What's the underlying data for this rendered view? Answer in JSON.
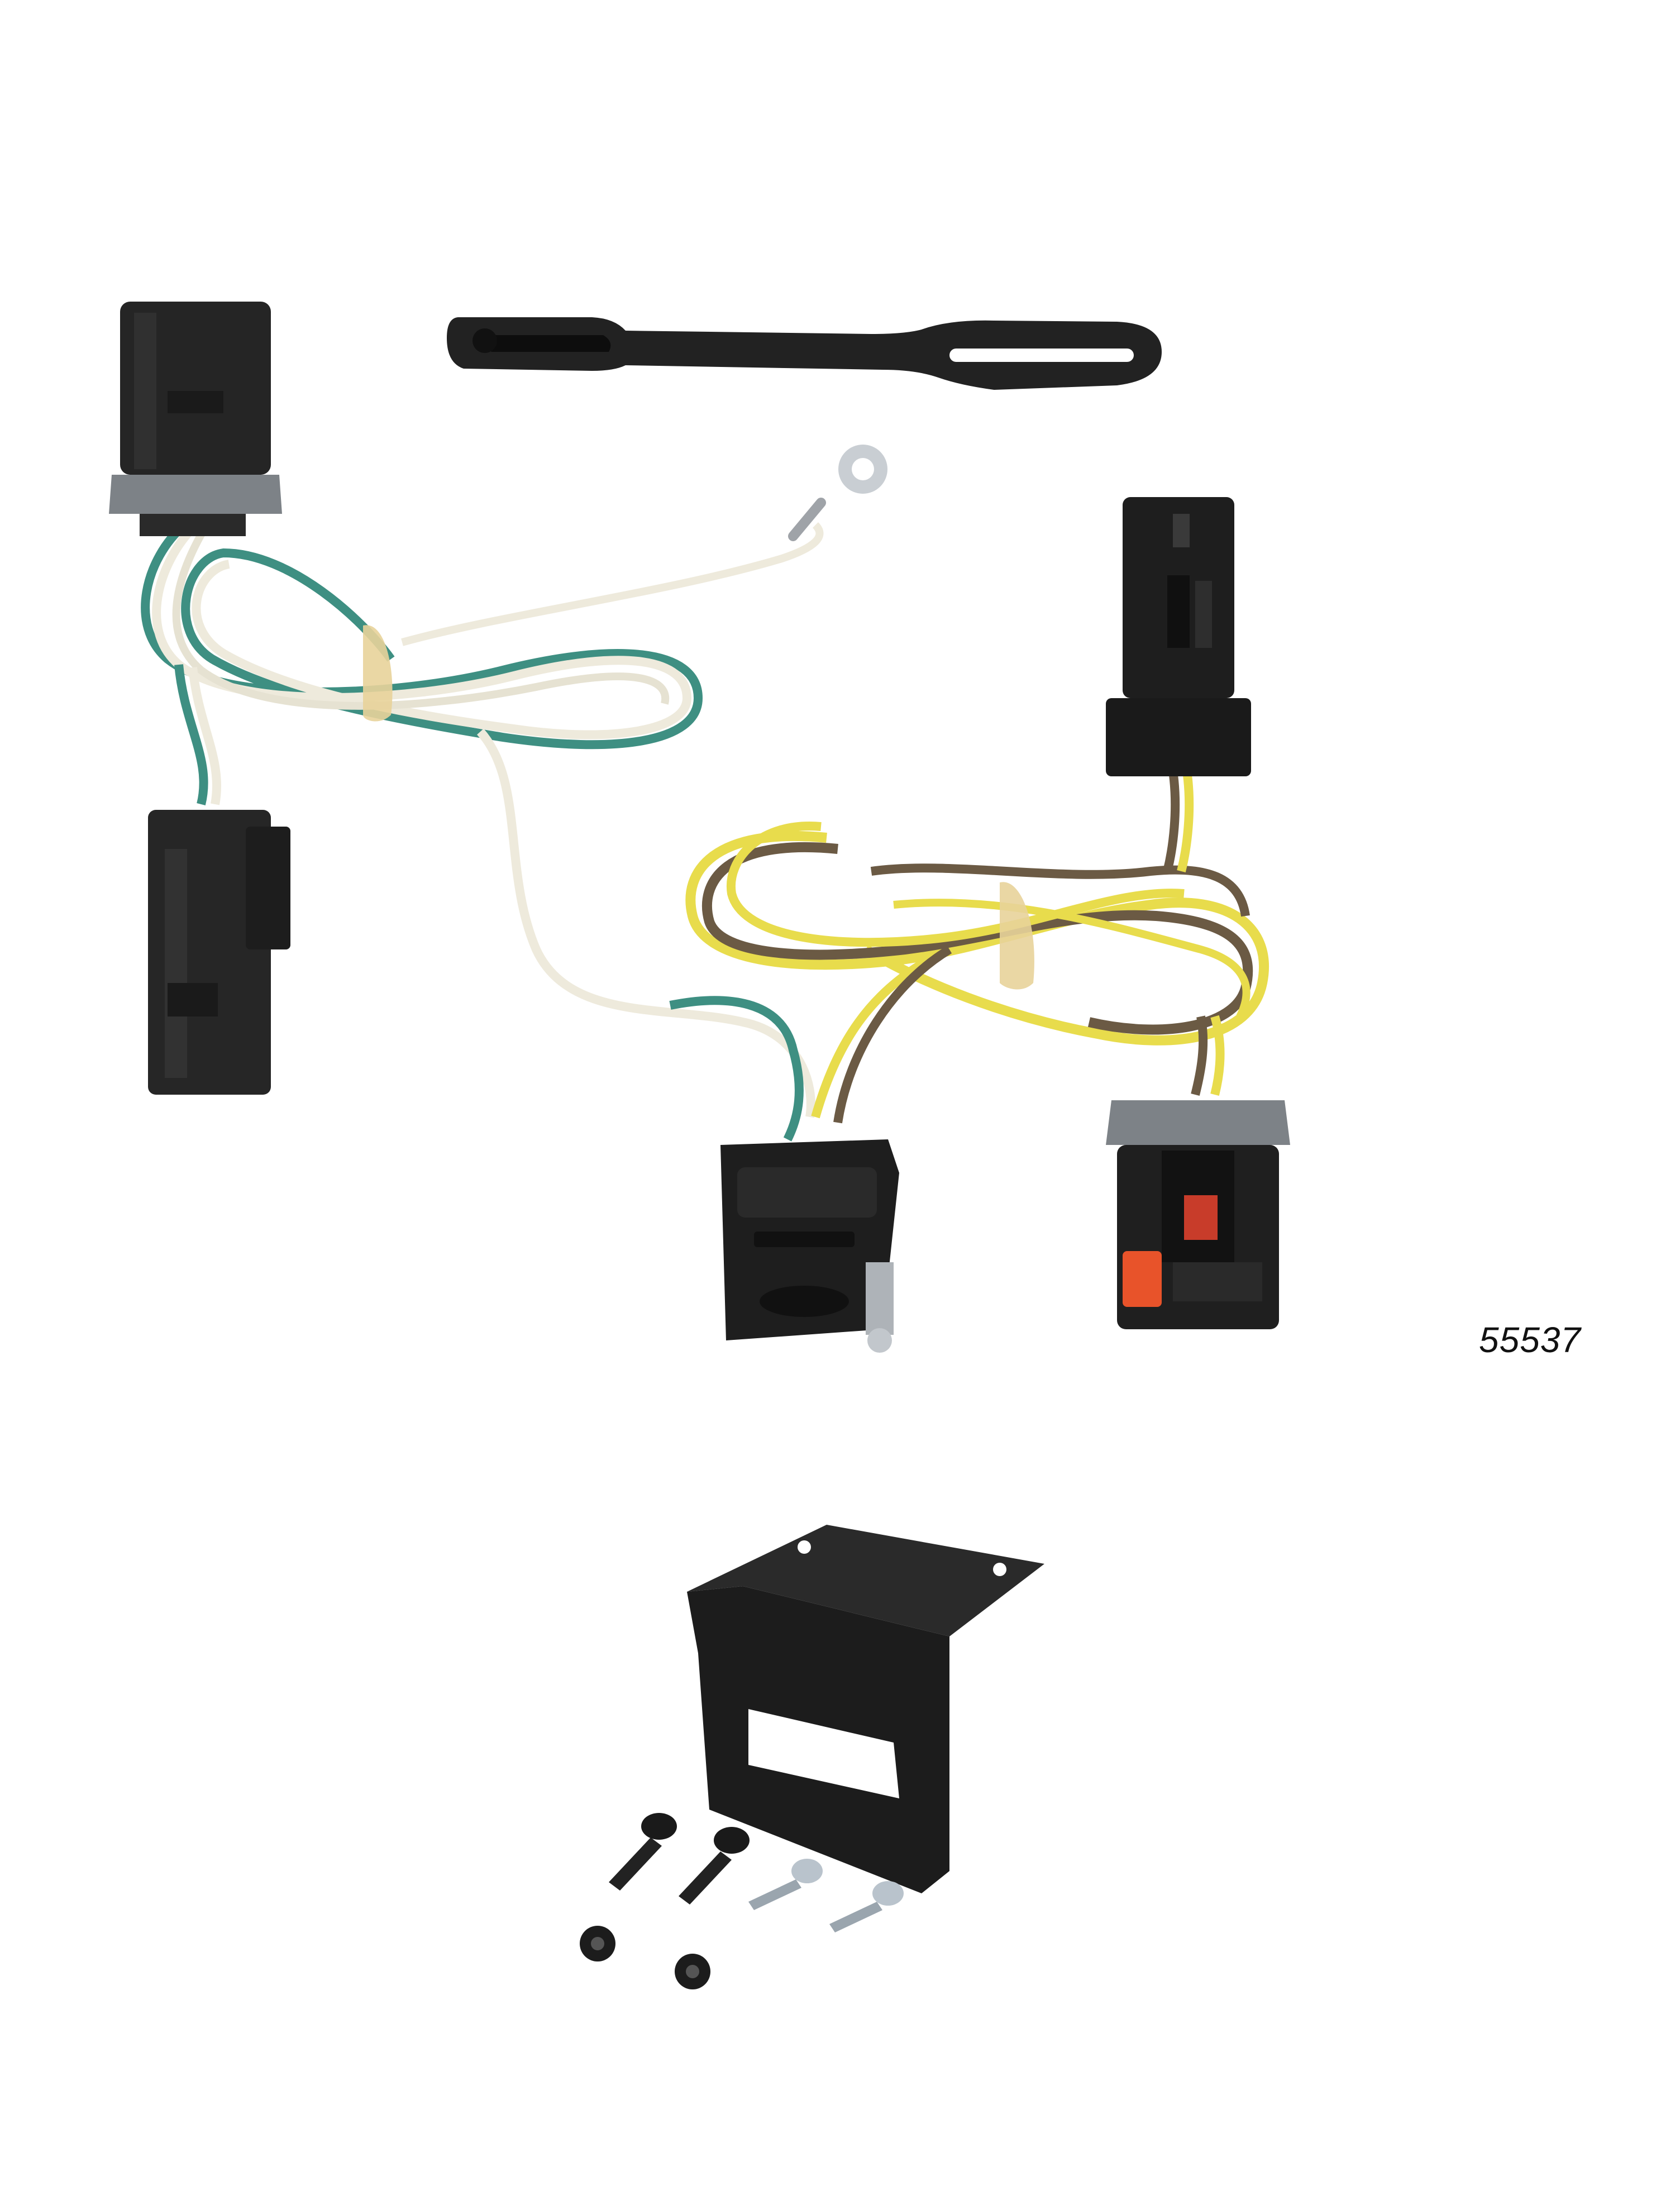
{
  "product": {
    "part_number": "55537"
  },
  "components": [
    {
      "name": "vehicle-side-harness-green-white"
    },
    {
      "name": "vehicle-side-harness-yellow-brown"
    },
    {
      "name": "four-flat-connector"
    },
    {
      "name": "mounting-strap"
    },
    {
      "name": "connector-mounting-bracket"
    },
    {
      "name": "hardware-screws-nuts"
    }
  ],
  "colors": {
    "connector_black": "#1c1c1c",
    "connector_gray": "#7d8287",
    "wire_green": "#3e8f82",
    "wire_white": "#eeeadc",
    "wire_yellow": "#e8dc4c",
    "wire_brown": "#6b5a44",
    "lock_orange": "#e8532a",
    "hardware_zinc": "#b9c3cc"
  }
}
